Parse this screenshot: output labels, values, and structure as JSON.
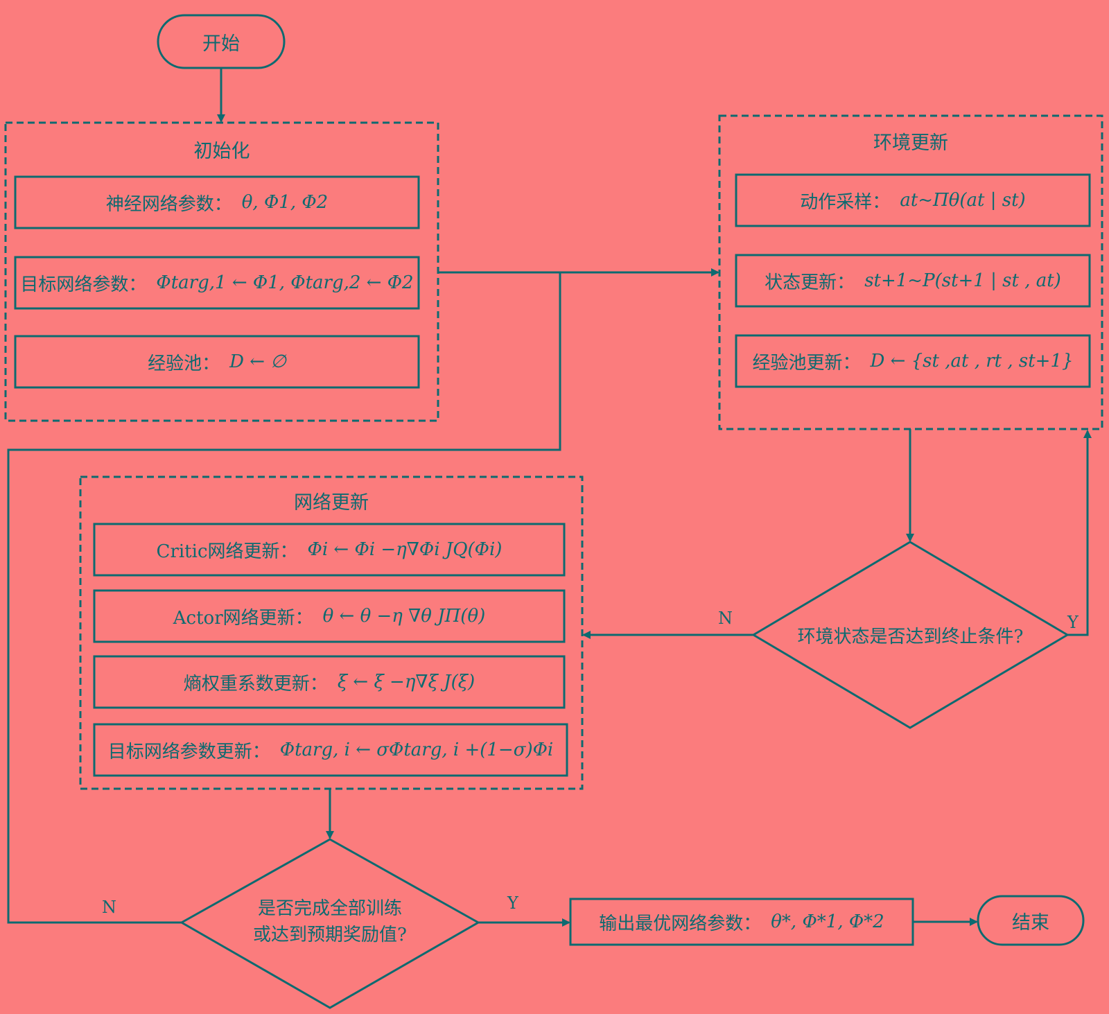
{
  "diagram": {
    "start": "开始",
    "end": "结束",
    "init": {
      "title": "初始化",
      "steps": [
        {
          "label": "神经网络参数：",
          "formula": "θ, Φ1, Φ2"
        },
        {
          "label": "目标网络参数：",
          "formula": "Φtarg,1 ← Φ1, Φtarg,2 ← Φ2"
        },
        {
          "label": "经验池：",
          "formula": "D ← ∅"
        }
      ]
    },
    "env": {
      "title": "环境更新",
      "steps": [
        {
          "label": "动作采样：",
          "formula": "at~Πθ(at | st)"
        },
        {
          "label": "状态更新：",
          "formula": "st+1~P(st+1 | st , at)"
        },
        {
          "label": "经验池更新：",
          "formula": "D ← {st ,at , rt , st+1}"
        }
      ]
    },
    "net": {
      "title": "网络更新",
      "steps": [
        {
          "label": "Critic网络更新：",
          "formula": "Φi ← Φi −η∇Φi JQ(Φi)"
        },
        {
          "label": "Actor网络更新：",
          "formula": "θ ← θ −η ∇θ JΠ(θ)"
        },
        {
          "label": "熵权重系数更新：",
          "formula": "ξ ← ξ −η∇ξ J(ξ)"
        },
        {
          "label": "目标网络参数更新：",
          "formula": "Φtarg, i ← σΦtarg, i +(1−σ)Φi"
        }
      ]
    },
    "decision_env": "环境状态是否达到终止条件?",
    "decision_train": [
      "是否完成全部训练",
      "或达到预期奖励值?"
    ],
    "output": {
      "label": "输出最优网络参数：",
      "formula": "θ*, Φ*1, Φ*2"
    },
    "yes": "Y",
    "no": "N"
  }
}
